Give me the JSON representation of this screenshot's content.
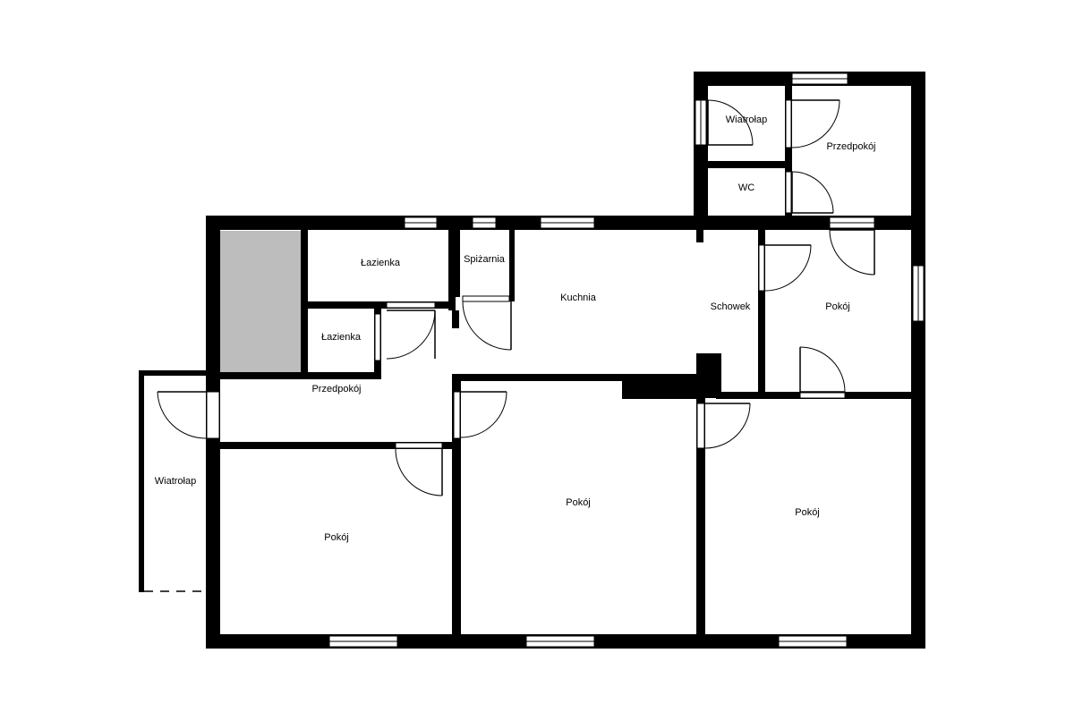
{
  "plan": {
    "colors": {
      "wall": "#000000",
      "background": "#ffffff",
      "shaded_area": "#bdbdbd"
    },
    "rooms": [
      {
        "id": "wiatrolap-top",
        "label": "Wiatrołap"
      },
      {
        "id": "przedpokoj-top",
        "label": "Przedpokój"
      },
      {
        "id": "wc",
        "label": "WC"
      },
      {
        "id": "lazienka-1",
        "label": "Łazienka"
      },
      {
        "id": "spizarnia",
        "label": "Spiżarnia"
      },
      {
        "id": "kuchnia",
        "label": "Kuchnia"
      },
      {
        "id": "schowek",
        "label": "Schowek"
      },
      {
        "id": "pokoj-east-small",
        "label": "Pokój"
      },
      {
        "id": "lazienka-2",
        "label": "Łazienka"
      },
      {
        "id": "przedpokoj-main",
        "label": "Przedpokój"
      },
      {
        "id": "wiatrolap-left",
        "label": "Wiatrołap"
      },
      {
        "id": "pokoj-sw",
        "label": "Pokój"
      },
      {
        "id": "pokoj-center",
        "label": "Pokój"
      },
      {
        "id": "pokoj-se",
        "label": "Pokój"
      }
    ]
  }
}
